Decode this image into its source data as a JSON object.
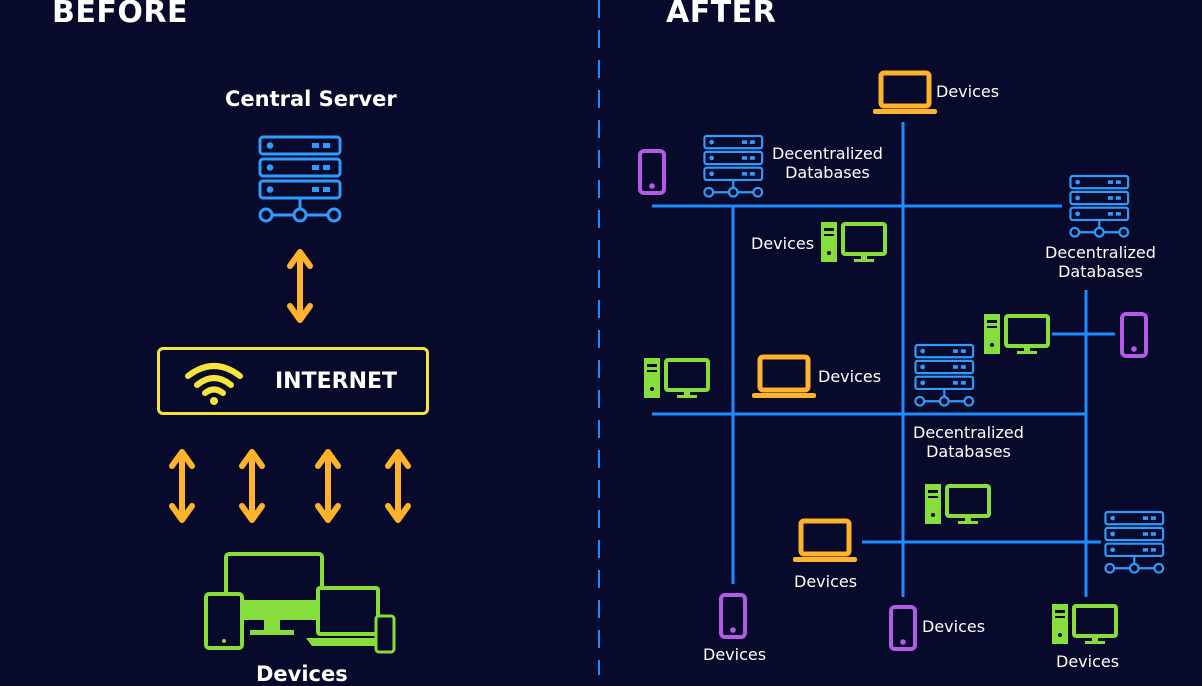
{
  "before": {
    "title": "BEFORE",
    "server_label": "Central Server",
    "internet_label": "INTERNET",
    "devices_label": "Devices"
  },
  "after": {
    "title": "AFTER",
    "labels": {
      "devices_top": "Devices",
      "db_top_left": "Decentralized\nDatabases",
      "db_right": "Decentralized\nDatabases",
      "devices_desktop": "Devices",
      "devices_laptop_mid": "Devices",
      "db_center": "Decentralized\nDatabases",
      "devices_laptop_bottom": "Devices",
      "devices_phone_left": "Devices",
      "devices_phone_mid": "Devices",
      "devices_desktop_bottom": "Devices"
    }
  },
  "colors": {
    "background": "#070a2a",
    "server_blue": "#2f9bff",
    "arrow_orange": "#ffb22b",
    "internet_yellow": "#f6e43a",
    "device_green": "#86dd3b",
    "phone_purple": "#b55ae6",
    "line_blue": "#1e8cff"
  },
  "icons": [
    "server-icon",
    "wifi-icon",
    "double-arrow-icon",
    "laptop-icon",
    "phone-icon",
    "desktop-icon",
    "devices-group-icon"
  ]
}
